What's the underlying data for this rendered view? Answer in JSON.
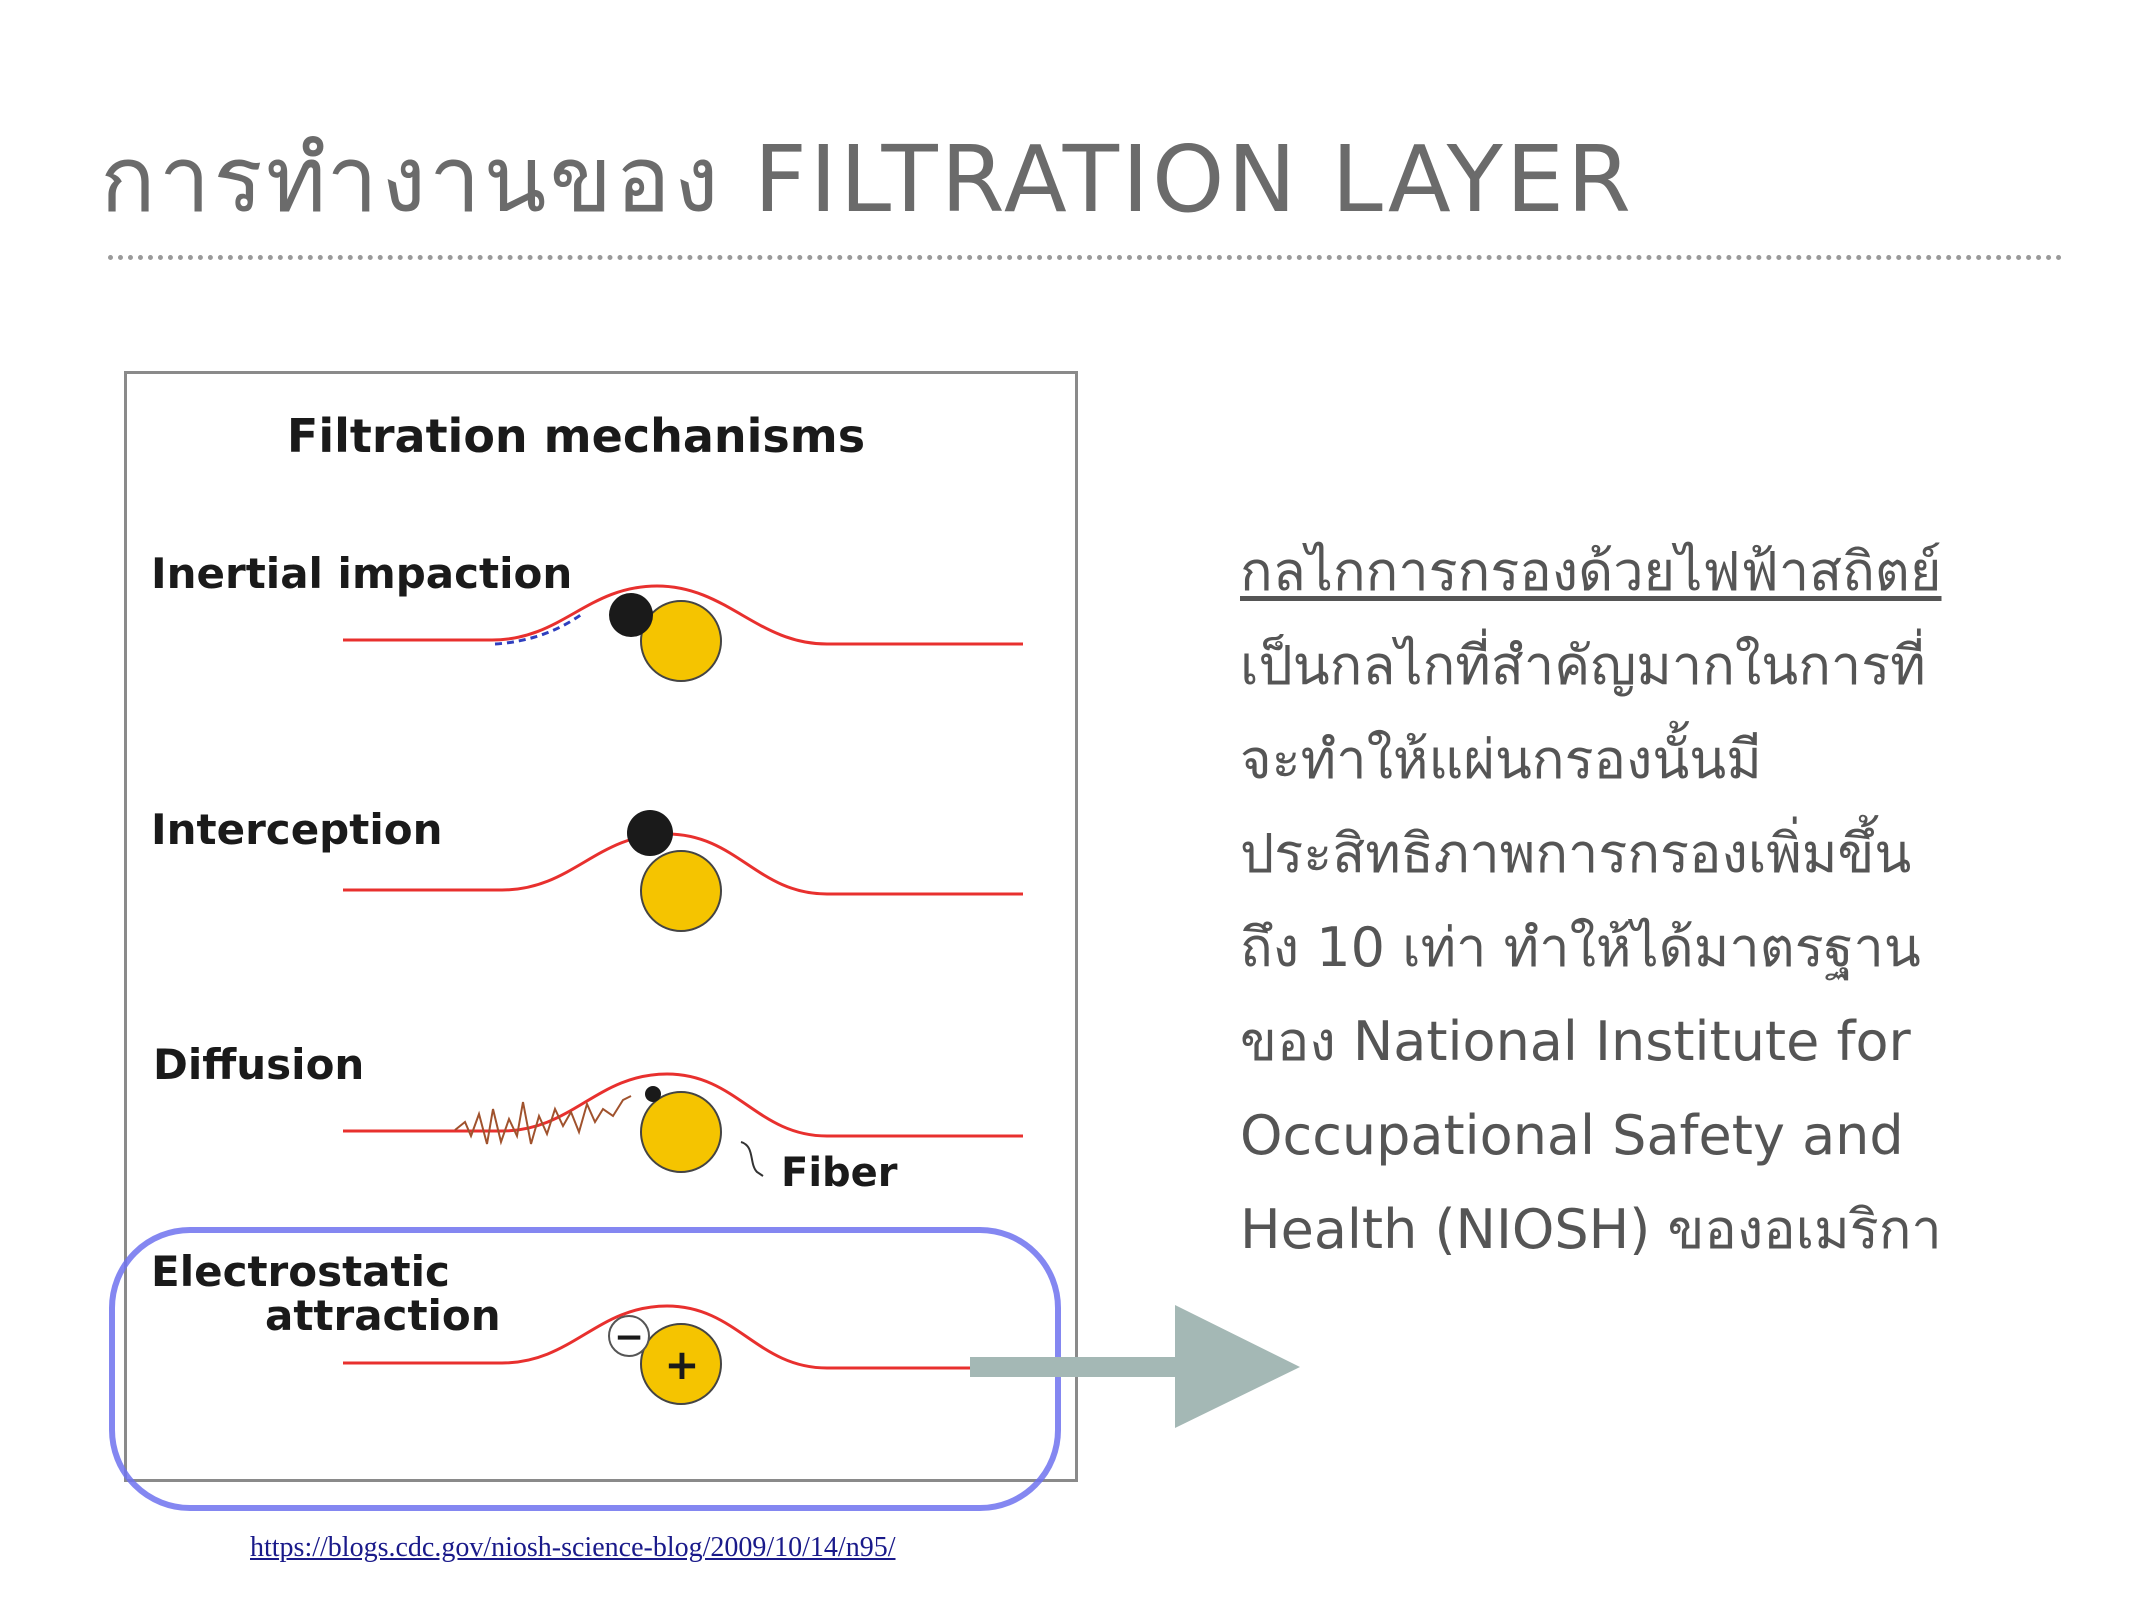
{
  "slide": {
    "title": "การทำงานของ FILTRATION LAYER"
  },
  "figure": {
    "title": "Filtration mechanisms",
    "mechanisms": [
      {
        "label": "Inertial impaction"
      },
      {
        "label": "Interception"
      },
      {
        "label": "Diffusion"
      },
      {
        "label_line1": "Electrostatic",
        "label_line2": "attraction"
      }
    ],
    "fiber_label": "Fiber",
    "minus_sign": "−",
    "plus_sign": "+",
    "source_url": "https://blogs.cdc.gov/niosh-science-blog/2009/10/14/n95/"
  },
  "colors": {
    "title": "#6b6b6b",
    "body_text": "#555555",
    "airflow_line": "#e8302e",
    "fiber": "#f5c400",
    "particle": "#1a1a1a",
    "highlight_outline": "#6f72ee",
    "arrow": "#a4b8b5",
    "link": "#1a1a8a"
  },
  "description": {
    "heading": "กลไกการกรองด้วยไฟฟ้าสถิตย์",
    "lines": [
      "เป็นกลไกที่สำคัญมากในการที่",
      "จะทำให้แผ่นกรองนั้นมี",
      "ประสิทธิภาพการกรองเพิ่มขึ้น",
      "ถึง 10 เท่า ทำให้ได้มาตรฐาน",
      "ของ National Institute for",
      "Occupational Safety and",
      "Health (NIOSH) ของอเมริกา"
    ]
  }
}
